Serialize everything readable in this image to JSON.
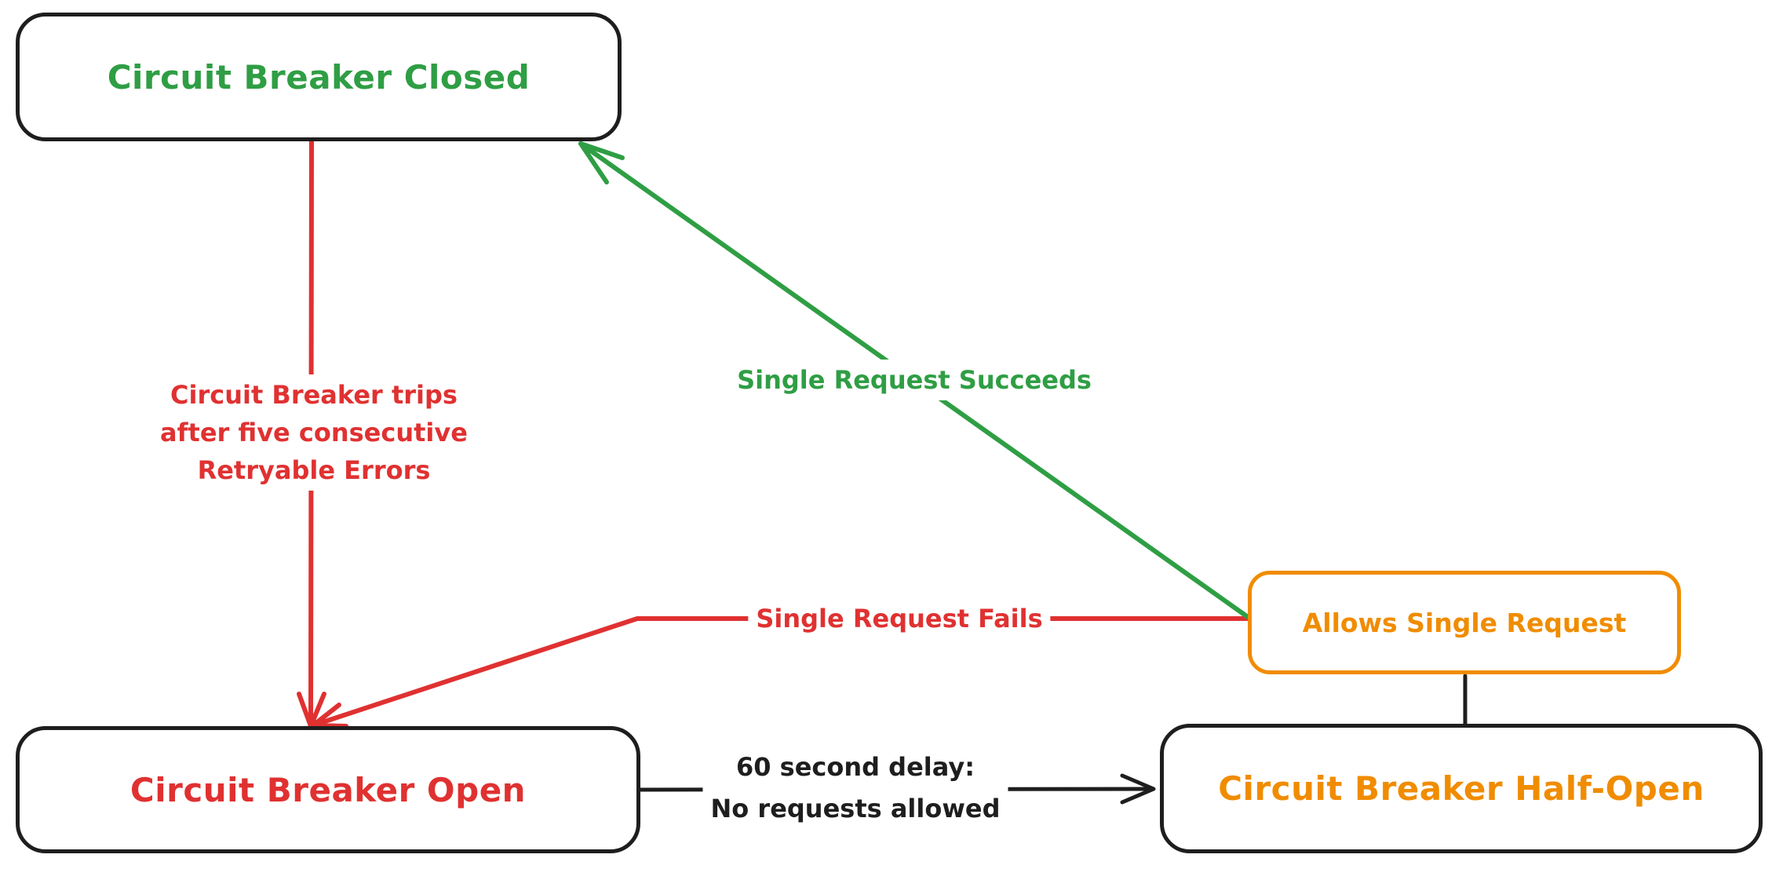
{
  "colors": {
    "black": "#1e1e1e",
    "red": "#e03131",
    "green": "#2f9e44",
    "orange": "#f08c00",
    "background": "#ffffff"
  },
  "nodes": {
    "closed": {
      "label": "Circuit Breaker Closed"
    },
    "open": {
      "label": "Circuit Breaker Open"
    },
    "half_open": {
      "label": "Circuit Breaker Half-Open"
    },
    "allows_single_request": {
      "label": "Allows Single Request"
    }
  },
  "edges": {
    "trip": {
      "lines": [
        "Circuit Breaker trips",
        "after five consecutive",
        "Retryable Errors"
      ]
    },
    "succeeds": {
      "label": "Single Request Succeeds"
    },
    "fails": {
      "label": "Single Request Fails"
    },
    "delay": {
      "lines": [
        "60 second delay:",
        "No requests allowed"
      ]
    }
  }
}
